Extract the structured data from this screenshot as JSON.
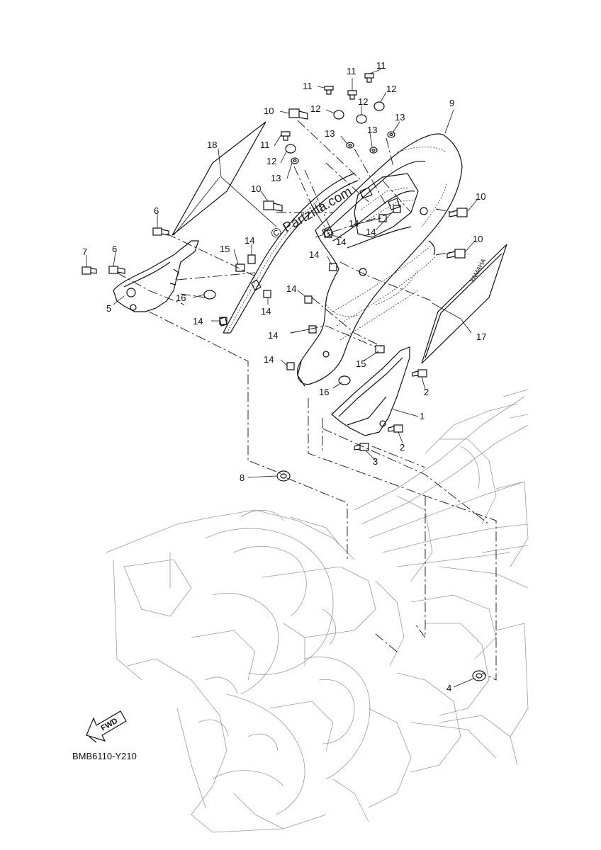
{
  "diagram": {
    "code": "BMB6110-Y210",
    "watermark": "© Partzilla.com",
    "fwd_label": "FWD",
    "decal_text": "YAMAHA",
    "callouts": [
      {
        "id": "c1",
        "label": "1"
      },
      {
        "id": "c2a",
        "label": "2"
      },
      {
        "id": "c2b",
        "label": "2"
      },
      {
        "id": "c3",
        "label": "3"
      },
      {
        "id": "c4",
        "label": "4"
      },
      {
        "id": "c5",
        "label": "5"
      },
      {
        "id": "c6a",
        "label": "6"
      },
      {
        "id": "c6b",
        "label": "6"
      },
      {
        "id": "c7",
        "label": "7"
      },
      {
        "id": "c8",
        "label": "8"
      },
      {
        "id": "c9",
        "label": "9"
      },
      {
        "id": "c10a",
        "label": "10"
      },
      {
        "id": "c10b",
        "label": "10"
      },
      {
        "id": "c10c",
        "label": "10"
      },
      {
        "id": "c10d",
        "label": "10"
      },
      {
        "id": "c11a",
        "label": "11"
      },
      {
        "id": "c11b",
        "label": "11"
      },
      {
        "id": "c11c",
        "label": "11"
      },
      {
        "id": "c11d",
        "label": "11"
      },
      {
        "id": "c12a",
        "label": "12"
      },
      {
        "id": "c12b",
        "label": "12"
      },
      {
        "id": "c12c",
        "label": "12"
      },
      {
        "id": "c12d",
        "label": "12"
      },
      {
        "id": "c13a",
        "label": "13"
      },
      {
        "id": "c13b",
        "label": "13"
      },
      {
        "id": "c13c",
        "label": "13"
      },
      {
        "id": "c13d",
        "label": "13"
      },
      {
        "id": "c14a",
        "label": "14"
      },
      {
        "id": "c14b",
        "label": "14"
      },
      {
        "id": "c14c",
        "label": "14"
      },
      {
        "id": "c14d",
        "label": "14"
      },
      {
        "id": "c14e",
        "label": "14"
      },
      {
        "id": "c14f",
        "label": "14"
      },
      {
        "id": "c14g",
        "label": "14"
      },
      {
        "id": "c14h",
        "label": "14"
      },
      {
        "id": "c14i",
        "label": "14"
      },
      {
        "id": "c14j",
        "label": "14"
      },
      {
        "id": "c15a",
        "label": "15"
      },
      {
        "id": "c15b",
        "label": "15"
      },
      {
        "id": "c16a",
        "label": "16"
      },
      {
        "id": "c16b",
        "label": "16"
      },
      {
        "id": "c17",
        "label": "17"
      },
      {
        "id": "c18",
        "label": "18"
      }
    ]
  }
}
